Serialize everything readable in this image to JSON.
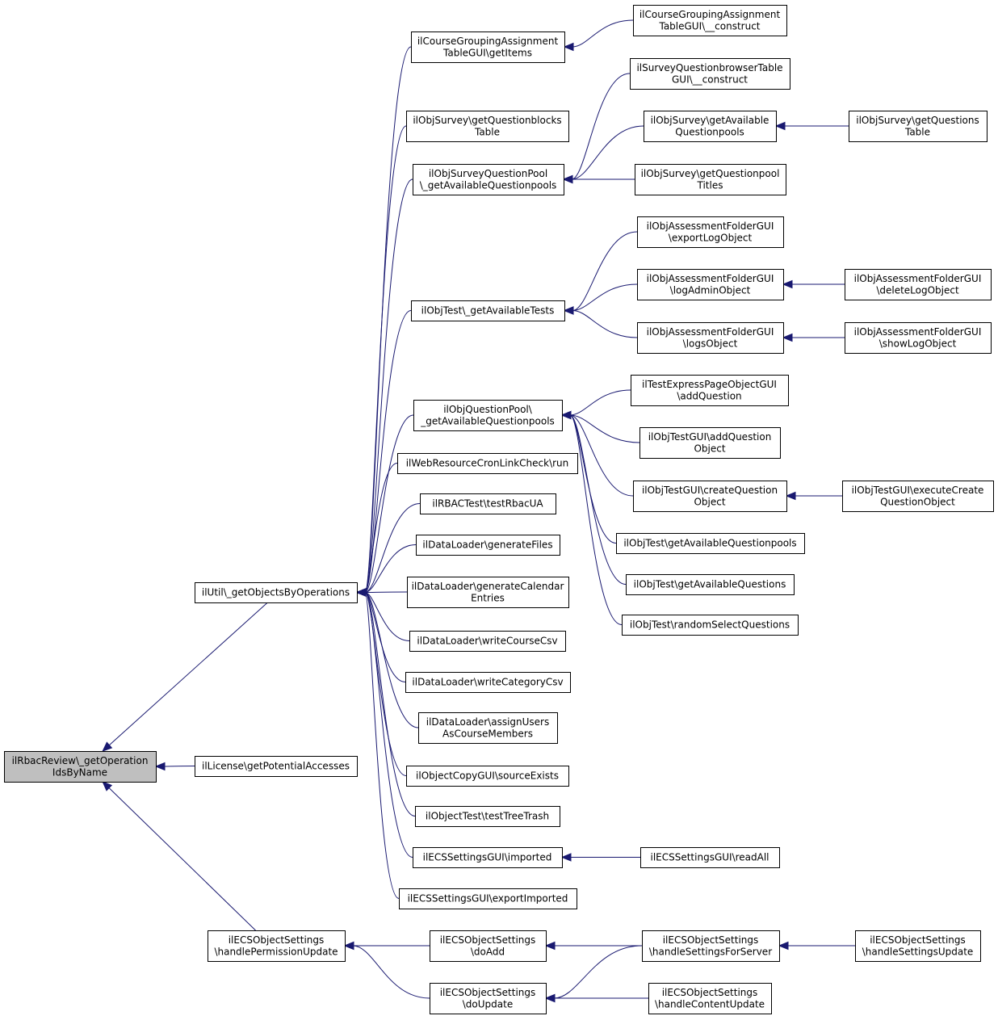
{
  "colors": {
    "edge": "#191970",
    "node_fill": "#ffffff",
    "focus_fill": "#bfbfbf",
    "border": "#000000"
  },
  "nodes": {
    "root": {
      "lines": [
        "ilRbacReview\\_getOperation",
        "IdsByName"
      ]
    },
    "getObjectsByOperations": {
      "lines": [
        "ilUtil\\_getObjectsByOperations"
      ]
    },
    "getPotentialAccesses": {
      "lines": [
        "ilLicense\\getPotentialAccesses"
      ]
    },
    "handlePermissionUpdate": {
      "lines": [
        "ilECSObjectSettings",
        "\\handlePermissionUpdate"
      ]
    },
    "cga_getItems": {
      "lines": [
        "ilCourseGroupingAssignment",
        "TableGUI\\getItems"
      ]
    },
    "cga_construct": {
      "lines": [
        "ilCourseGroupingAssignment",
        "TableGUI\\__construct"
      ]
    },
    "survey_qblocks": {
      "lines": [
        "ilObjSurvey\\getQuestionblocks",
        "Table"
      ]
    },
    "sqp_getAvailable": {
      "lines": [
        "ilObjSurveyQuestionPool",
        "\\_getAvailableQuestionpools"
      ]
    },
    "sqbrowser_construct": {
      "lines": [
        "ilSurveyQuestionbrowserTable",
        "GUI\\__construct"
      ]
    },
    "survey_getAvailableQp": {
      "lines": [
        "ilObjSurvey\\getAvailable",
        "Questionpools"
      ]
    },
    "survey_getQuestionsTable": {
      "lines": [
        "ilObjSurvey\\getQuestions",
        "Table"
      ]
    },
    "survey_getQpTitles": {
      "lines": [
        "ilObjSurvey\\getQuestionpool",
        "Titles"
      ]
    },
    "test_getAvailableTests": {
      "lines": [
        "ilObjTest\\_getAvailableTests"
      ]
    },
    "afg_exportLog": {
      "lines": [
        "ilObjAssessmentFolderGUI",
        "\\exportLogObject"
      ]
    },
    "afg_logAdmin": {
      "lines": [
        "ilObjAssessmentFolderGUI",
        "\\logAdminObject"
      ]
    },
    "afg_deleteLog": {
      "lines": [
        "ilObjAssessmentFolderGUI",
        "\\deleteLogObject"
      ]
    },
    "afg_logs": {
      "lines": [
        "ilObjAssessmentFolderGUI",
        "\\logsObject"
      ]
    },
    "afg_showLog": {
      "lines": [
        "ilObjAssessmentFolderGUI",
        "\\showLogObject"
      ]
    },
    "qp_getAvailable": {
      "lines": [
        "ilObjQuestionPool\\",
        "_getAvailableQuestionpools"
      ]
    },
    "tepo_addQuestion": {
      "lines": [
        "ilTestExpressPageObjectGUI",
        "\\addQuestion"
      ]
    },
    "otg_addQuestion": {
      "lines": [
        "ilObjTestGUI\\addQuestion",
        "Object"
      ]
    },
    "otg_createQuestion": {
      "lines": [
        "ilObjTestGUI\\createQuestion",
        "Object"
      ]
    },
    "otg_executeCreate": {
      "lines": [
        "ilObjTestGUI\\executeCreate",
        "QuestionObject"
      ]
    },
    "ot_getAvailableQp": {
      "lines": [
        "ilObjTest\\getAvailableQuestionpools"
      ]
    },
    "ot_getAvailableQuestions": {
      "lines": [
        "ilObjTest\\getAvailableQuestions"
      ]
    },
    "ot_randomSelect": {
      "lines": [
        "ilObjTest\\randomSelectQuestions"
      ]
    },
    "webres_run": {
      "lines": [
        "ilWebResourceCronLinkCheck\\run"
      ]
    },
    "rbac_test": {
      "lines": [
        "ilRBACTest\\testRbacUA"
      ]
    },
    "dl_generateFiles": {
      "lines": [
        "ilDataLoader\\generateFiles"
      ]
    },
    "dl_generateCal": {
      "lines": [
        "ilDataLoader\\generateCalendar",
        "Entries"
      ]
    },
    "dl_writeCourse": {
      "lines": [
        "ilDataLoader\\writeCourseCsv"
      ]
    },
    "dl_writeCategory": {
      "lines": [
        "ilDataLoader\\writeCategoryCsv"
      ]
    },
    "dl_assignUsers": {
      "lines": [
        "ilDataLoader\\assignUsers",
        "AsCourseMembers"
      ]
    },
    "ocg_sourceExists": {
      "lines": [
        "ilObjectCopyGUI\\sourceExists"
      ]
    },
    "ot_testTreeTrash": {
      "lines": [
        "ilObjectTest\\testTreeTrash"
      ]
    },
    "ecs_imported": {
      "lines": [
        "ilECSSettingsGUI\\imported"
      ]
    },
    "ecs_readAll": {
      "lines": [
        "ilECSSettingsGUI\\readAll"
      ]
    },
    "ecs_exportImported": {
      "lines": [
        "ilECSSettingsGUI\\exportImported"
      ]
    },
    "eos_doAdd": {
      "lines": [
        "ilECSObjectSettings",
        "\\doAdd"
      ]
    },
    "eos_doUpdate": {
      "lines": [
        "ilECSObjectSettings",
        "\\doUpdate"
      ]
    },
    "eos_handleForServer": {
      "lines": [
        "ilECSObjectSettings",
        "\\handleSettingsForServer"
      ]
    },
    "eos_handleSettingsUpdate": {
      "lines": [
        "ilECSObjectSettings",
        "\\handleSettingsUpdate"
      ]
    },
    "eos_handleContent": {
      "lines": [
        "ilECSObjectSettings",
        "\\handleContentUpdate"
      ]
    }
  },
  "edges": [
    [
      "getObjectsByOperations",
      "root"
    ],
    [
      "getPotentialAccesses",
      "root"
    ],
    [
      "handlePermissionUpdate",
      "root"
    ],
    [
      "cga_getItems",
      "getObjectsByOperations"
    ],
    [
      "survey_qblocks",
      "getObjectsByOperations"
    ],
    [
      "sqp_getAvailable",
      "getObjectsByOperations"
    ],
    [
      "test_getAvailableTests",
      "getObjectsByOperations"
    ],
    [
      "qp_getAvailable",
      "getObjectsByOperations"
    ],
    [
      "webres_run",
      "getObjectsByOperations"
    ],
    [
      "rbac_test",
      "getObjectsByOperations"
    ],
    [
      "dl_generateFiles",
      "getObjectsByOperations"
    ],
    [
      "dl_generateCal",
      "getObjectsByOperations"
    ],
    [
      "dl_writeCourse",
      "getObjectsByOperations"
    ],
    [
      "dl_writeCategory",
      "getObjectsByOperations"
    ],
    [
      "dl_assignUsers",
      "getObjectsByOperations"
    ],
    [
      "ocg_sourceExists",
      "getObjectsByOperations"
    ],
    [
      "ot_testTreeTrash",
      "getObjectsByOperations"
    ],
    [
      "ecs_imported",
      "getObjectsByOperations"
    ],
    [
      "ecs_exportImported",
      "getObjectsByOperations"
    ],
    [
      "cga_construct",
      "cga_getItems"
    ],
    [
      "sqbrowser_construct",
      "sqp_getAvailable"
    ],
    [
      "survey_getAvailableQp",
      "sqp_getAvailable"
    ],
    [
      "survey_getQpTitles",
      "sqp_getAvailable"
    ],
    [
      "survey_getQuestionsTable",
      "survey_getAvailableQp"
    ],
    [
      "afg_exportLog",
      "test_getAvailableTests"
    ],
    [
      "afg_logAdmin",
      "test_getAvailableTests"
    ],
    [
      "afg_logs",
      "test_getAvailableTests"
    ],
    [
      "afg_deleteLog",
      "afg_logAdmin"
    ],
    [
      "afg_showLog",
      "afg_logs"
    ],
    [
      "tepo_addQuestion",
      "qp_getAvailable"
    ],
    [
      "otg_addQuestion",
      "qp_getAvailable"
    ],
    [
      "otg_createQuestion",
      "qp_getAvailable"
    ],
    [
      "ot_getAvailableQp",
      "qp_getAvailable"
    ],
    [
      "ot_getAvailableQuestions",
      "qp_getAvailable"
    ],
    [
      "ot_randomSelect",
      "qp_getAvailable"
    ],
    [
      "otg_executeCreate",
      "otg_createQuestion"
    ],
    [
      "ecs_readAll",
      "ecs_imported"
    ],
    [
      "eos_doAdd",
      "handlePermissionUpdate"
    ],
    [
      "eos_doUpdate",
      "handlePermissionUpdate"
    ],
    [
      "eos_handleForServer",
      "eos_doAdd"
    ],
    [
      "eos_handleForServer",
      "eos_doUpdate"
    ],
    [
      "eos_handleContent",
      "eos_doUpdate"
    ],
    [
      "eos_handleSettingsUpdate",
      "eos_handleForServer"
    ]
  ]
}
